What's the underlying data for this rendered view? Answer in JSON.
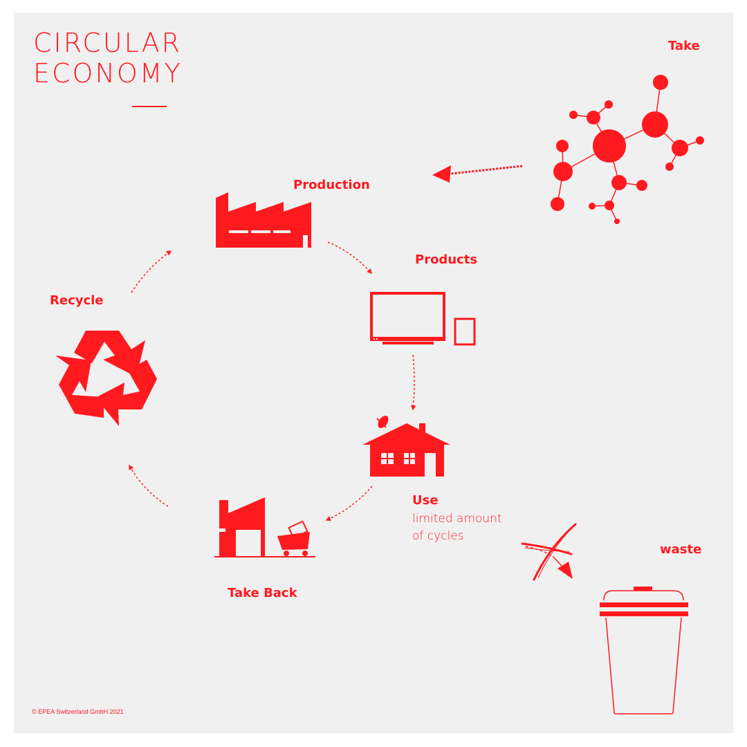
{
  "title": {
    "line1": "CIRCULAR",
    "line2": "ECONOMY"
  },
  "stages": {
    "take": "Take",
    "production": "Production",
    "products": "Products",
    "use": "Use",
    "use_note_line1": "limited amount",
    "use_note_line2": "of cycles",
    "take_back": "Take Back",
    "recycle": "Recycle",
    "waste": "waste"
  },
  "copyright": "© EPEA Switzerland GmbH 2021",
  "colors": {
    "accent": "#ff1a1f",
    "background": "#f1f0f0"
  },
  "icons": [
    "molecule-icon",
    "factory-icon",
    "tv-tablet-icon",
    "house-icon",
    "take-back-icon",
    "recycle-icon",
    "trash-can-icon",
    "crossed-arrow-icon"
  ]
}
